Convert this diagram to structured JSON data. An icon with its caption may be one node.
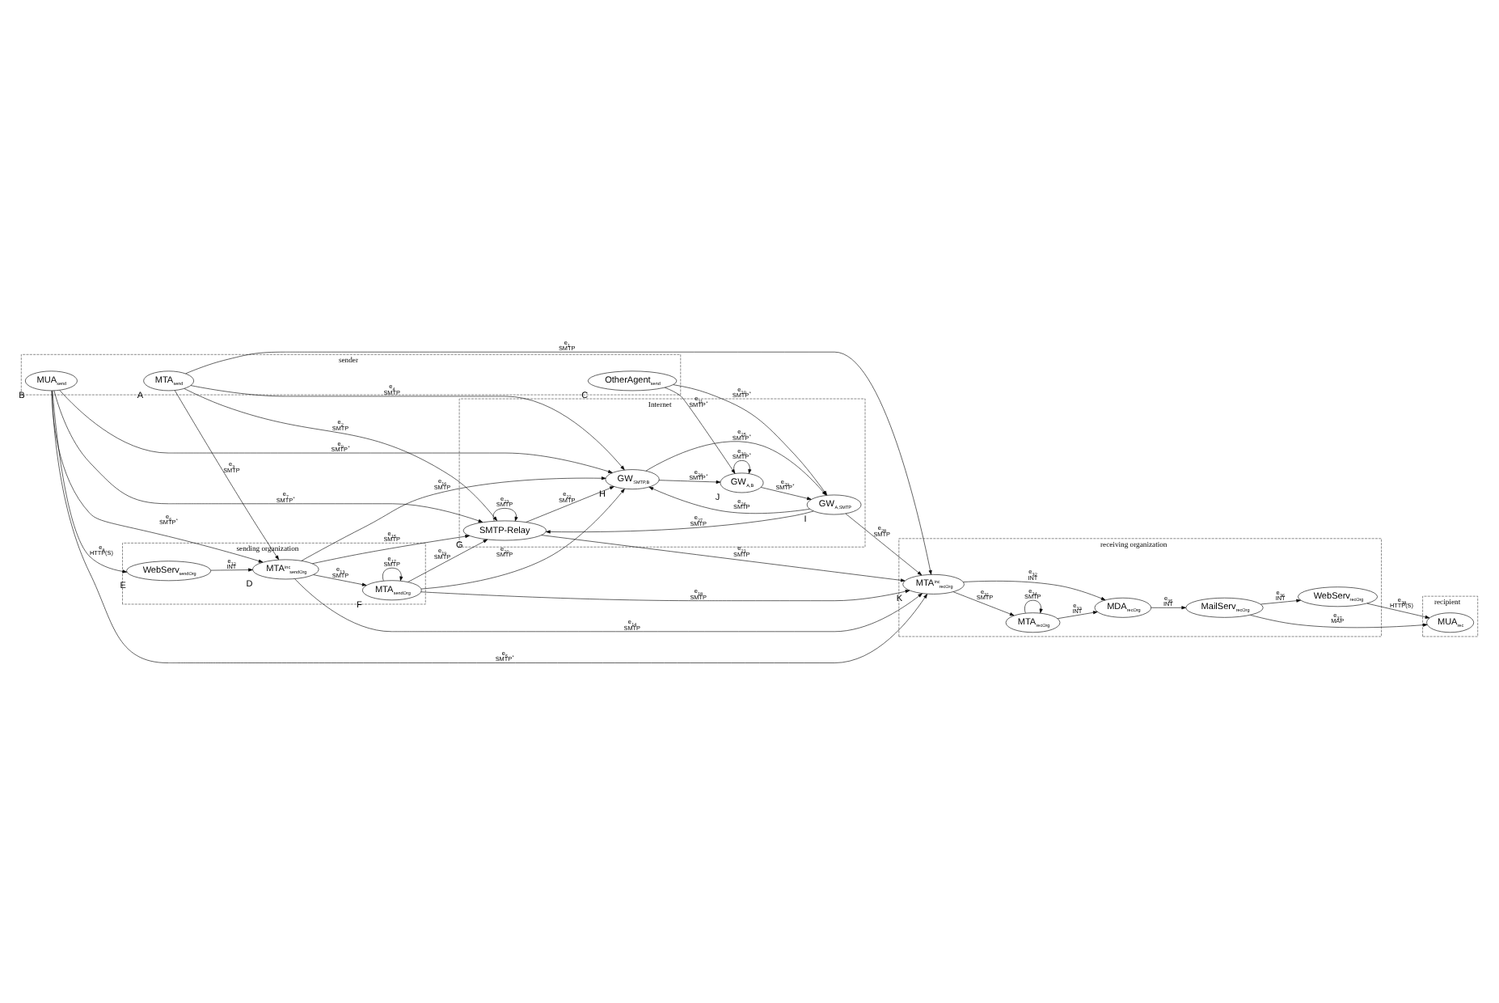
{
  "diagram": {
    "nodes": [
      {
        "text": [
          "sender"
        ]
      },
      {
        "text": [
          "sending organization"
        ]
      },
      {
        "text": [
          "Internet"
        ]
      },
      {
        "text": [
          "receiving organization"
        ]
      },
      {
        "text": [
          "recipient"
        ]
      },
      {
        "text": [
          "MTA$_{send}$"
        ],
        "beside": [
          "A"
        ],
        "in": 0
      },
      {
        "text": [
          "MUA$_{send}$"
        ],
        "beside": [
          "B"
        ],
        "in": 0
      },
      {
        "text": [
          "OtherAgent$_{send}$"
        ],
        "beside": [
          "C"
        ],
        "in": 0
      },
      {
        "text": [
          "MTA$^{inc}$$_{sendOrg}$"
        ],
        "beside": [
          "D"
        ],
        "in": 1
      },
      {
        "text": [
          "WebServ$_{sendOrg}$"
        ],
        "beside": [
          "E"
        ],
        "in": 1
      },
      {
        "text": [
          "MTA$_{sendOrg}$"
        ],
        "beside": [
          "F"
        ],
        "in": 1
      },
      {
        "text": [
          "SMTP-Relay"
        ],
        "beside": [
          "G"
        ],
        "in": 2
      },
      {
        "text": [
          "GW$_{SMTP,B}$"
        ],
        "beside": [
          "H"
        ],
        "in": 2
      },
      {
        "text": [
          "GW$_{A,SMTP}$"
        ],
        "beside": [
          "I"
        ],
        "in": 2
      },
      {
        "text": [
          "GW$_{A,B}$"
        ],
        "beside": [
          "J"
        ],
        "in": 2
      },
      {
        "text": [
          "MTA$^{inc}$$_{recOrg}$"
        ],
        "beside": [
          "K"
        ],
        "in": 3
      },
      {
        "text": [
          "MTA$_{recOrg}$"
        ],
        "in": 3
      },
      {
        "text": [
          "MDA$_{recOrg}$"
        ],
        "in": 3
      },
      {
        "text": [
          "MailServ$_{recOrg}$"
        ],
        "in": 3
      },
      {
        "text": [
          "WebServ$_{recOrg}$"
        ],
        "in": 3
      },
      {
        "text": [
          "MUA$_{rec}$"
        ],
        "in": 4
      }
    ],
    "edges": [
      {
        "from": 5,
        "to": 15,
        "arrow": "to",
        "label": "e$_{1}$ SMTP"
      },
      {
        "from": 5,
        "to": 11,
        "arrow": "to",
        "label": "e$_{2}$ SMTP"
      },
      {
        "from": 5,
        "to": 8,
        "arrow": "to",
        "label": "e$_{3}$ SMTP"
      },
      {
        "from": 5,
        "to": 12,
        "arrow": "to",
        "label": "e$_{4}$ SMTP"
      },
      {
        "from": 6,
        "to": 15,
        "arrow": "to",
        "label": "e$_{5}$ SMTP$^{*}$"
      },
      {
        "from": 6,
        "to": 8,
        "arrow": "to",
        "label": "e$_{6}$ SMTP$^{*}$"
      },
      {
        "from": 6,
        "to": 11,
        "arrow": "to",
        "label": "e$_{7}$ SMTP$^{*}$"
      },
      {
        "from": 6,
        "to": 9,
        "arrow": "to",
        "label": "e$_{8}$ HTTP(S)"
      },
      {
        "from": 6,
        "to": 12,
        "arrow": "to",
        "label": "e$_{9}$ SMTP$^{*}$"
      },
      {
        "from": 7,
        "to": 13,
        "arrow": "to",
        "label": "e$_{10}$ SMTP$^{*}$"
      },
      {
        "from": 7,
        "to": 14,
        "arrow": "to",
        "label": "e$_{11}$ SMTP$^{*}$"
      },
      {
        "from": 9,
        "to": 8,
        "arrow": "to",
        "label": "e$_{12}$ INT"
      },
      {
        "from": 8,
        "to": 10,
        "arrow": "to",
        "label": "e$_{13}$ SMTP"
      },
      {
        "from": 8,
        "to": 15,
        "arrow": "to",
        "label": "e$_{14}$ SMTP"
      },
      {
        "from": 8,
        "to": 11,
        "arrow": "to",
        "label": "e$_{15}$ SMTP"
      },
      {
        "from": 8,
        "to": 12,
        "arrow": "to",
        "label": "e$_{16}$ SMTP"
      },
      {
        "from": 10,
        "to": 10,
        "arrow": "to",
        "label": "e$_{17}$ SMTP"
      },
      {
        "from": 10,
        "to": 15,
        "arrow": "to",
        "label": "e$_{18}$ SMTP"
      },
      {
        "from": 10,
        "to": 11,
        "arrow": "to",
        "label": "e$_{19}$ SMTP"
      },
      {
        "from": 10,
        "to": 12,
        "arrow": "to",
        "label": "e$_{20}$ SMTP"
      },
      {
        "from": 11,
        "to": 15,
        "arrow": "to",
        "label": "e$_{21}$ SMTP"
      },
      {
        "from": 11,
        "to": 12,
        "arrow": "to",
        "label": "e$_{22}$ SMTP"
      },
      {
        "from": 11,
        "to": 11,
        "arrow": "to",
        "label": "e$_{23}$ SMTP"
      },
      {
        "from": 12,
        "to": 14,
        "arrow": "to",
        "label": "e$_{24}$ SMTP$^{*}$"
      },
      {
        "from": 12,
        "to": 13,
        "arrow": "to",
        "label": "e$_{25}$ SMTP$^{*}$"
      },
      {
        "from": 13,
        "to": 12,
        "arrow": "to",
        "label": "e$_{26}$ SMTP"
      },
      {
        "from": 13,
        "to": 11,
        "arrow": "to",
        "label": "e$_{27}$ SMTP"
      },
      {
        "from": 13,
        "to": 15,
        "arrow": "to",
        "label": "e$_{28}$ SMTP"
      },
      {
        "from": 14,
        "to": 13,
        "arrow": "to",
        "label": "e$_{29}$ SMTP$^{*}$"
      },
      {
        "from": 14,
        "to": 14,
        "arrow": "to",
        "label": "e$_{30}$ SMTP$^{*}$"
      },
      {
        "from": 15,
        "to": 16,
        "arrow": "to",
        "label": "e$_{31}$ SMTP"
      },
      {
        "from": 15,
        "to": 17,
        "arrow": "to",
        "label": "e$_{32}$ INT"
      },
      {
        "from": 16,
        "to": 17,
        "arrow": "to",
        "label": "e$_{33}$ INT"
      },
      {
        "from": 16,
        "to": 16,
        "arrow": "to",
        "label": "e$_{34}$ SMTP"
      },
      {
        "from": 17,
        "to": 18,
        "arrow": "to",
        "label": "e$_{35}$ INT"
      },
      {
        "from": 18,
        "to": 19,
        "arrow": "to",
        "label": "e$_{36}$ INT"
      },
      {
        "from": 18,
        "to": 20,
        "arrow": "to",
        "label": "e$_{37}$ MAP"
      },
      {
        "from": 19,
        "to": 20,
        "arrow": "to",
        "label": "e$_{38}$ HTTP(S)"
      }
    ]
  }
}
